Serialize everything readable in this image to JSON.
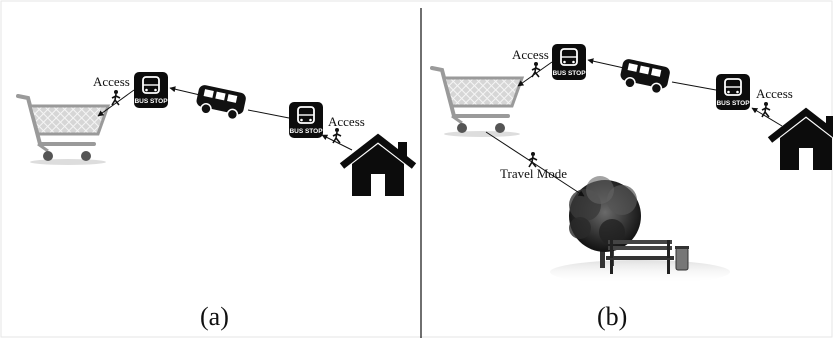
{
  "panel_a": {
    "access_label_left": "Access",
    "access_label_right": "Access",
    "bus_stop_left": "BUS STOP",
    "bus_stop_right": "BUS STOP",
    "caption": "(a)"
  },
  "panel_b": {
    "access_label_left": "Access",
    "access_label_right": "Access",
    "bus_stop_left": "BUS STOP",
    "bus_stop_right": "BUS STOP",
    "travel_mode_label": "Travel Mode",
    "caption": "(b)"
  },
  "icons": [
    "shopping-cart-icon",
    "bus-stop-icon",
    "bus-icon",
    "house-icon",
    "pedestrian-icon",
    "tree-icon",
    "bench-icon",
    "trash-can-icon"
  ]
}
